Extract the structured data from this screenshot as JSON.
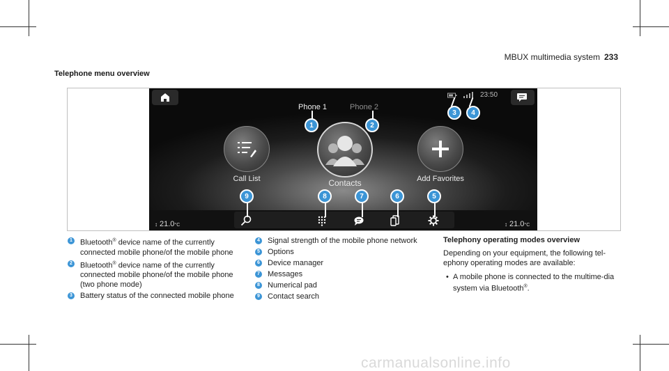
{
  "header": {
    "title": "MBUX multimedia system",
    "page_number": "233"
  },
  "section_title": "Telephone menu overview",
  "screen": {
    "tabs": [
      "Phone 1",
      "Phone 2"
    ],
    "clock": "23:50",
    "buttons": {
      "call_list": "Call List",
      "contacts": "Contacts",
      "add_favorites": "Add Favorites"
    },
    "temp_left": "21.0",
    "temp_right": "21.0",
    "temp_unit": "°C",
    "icons": [
      "home-icon",
      "message-icon",
      "search-icon",
      "keypad-icon",
      "chat-icon",
      "device-icon",
      "gear-icon"
    ]
  },
  "callouts": [
    "1",
    "2",
    "3",
    "4",
    "5",
    "6",
    "7",
    "8",
    "9"
  ],
  "legend": [
    {
      "n": "1",
      "pre": "Bluetooth",
      "reg": "®",
      "post": " device name of the currently connected mobile phone/of the mobile phone"
    },
    {
      "n": "2",
      "pre": "Bluetooth",
      "reg": "®",
      "post": " device name of the currently connected mobile phone/of the mobile phone (two phone mode)"
    },
    {
      "n": "3",
      "text": "Battery status of the connected mobile phone"
    },
    {
      "n": "4",
      "text": "Signal strength of the mobile phone network"
    },
    {
      "n": "5",
      "text": "Options"
    },
    {
      "n": "6",
      "text": "Device manager"
    },
    {
      "n": "7",
      "text": "Messages"
    },
    {
      "n": "8",
      "text": "Numerical pad"
    },
    {
      "n": "9",
      "text": "Contact search"
    }
  ],
  "modes": {
    "title": "Telephony operating modes overview",
    "intro": "Depending on your equipment, the following tel-ephony operating modes are available:",
    "bullet_pre": "A mobile phone is connected to the multime-dia system via Bluetooth",
    "bullet_reg": "®",
    "bullet_post": "."
  },
  "watermark": "carmanualsonline.info",
  "colors": {
    "callout": "#3c95d6",
    "screen_bg": "#1c1c1c"
  }
}
